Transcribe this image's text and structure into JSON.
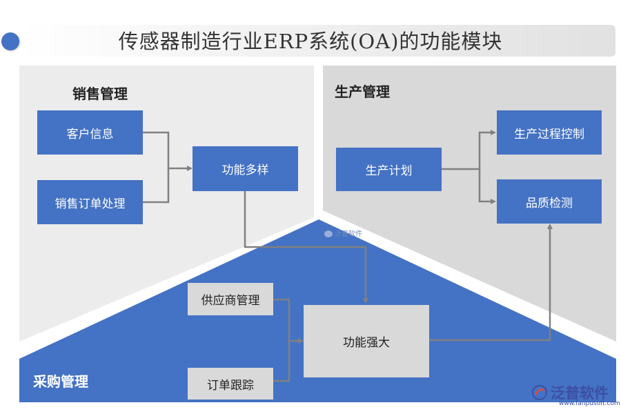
{
  "title": "传感器制造行业ERP系统(OA)的功能模块",
  "sections": {
    "sales": {
      "title": "销售管理",
      "items": [
        "客户信息",
        "销售订单处理"
      ],
      "result": "功能多样"
    },
    "production": {
      "title": "生产管理",
      "source": "生产计划",
      "items": [
        "生产过程控制",
        "品质检测"
      ]
    },
    "purchasing": {
      "title": "采购管理",
      "items": [
        "供应商管理",
        "订单跟踪"
      ],
      "result": "功能强大"
    }
  },
  "watermark": "泛普软件",
  "logo": {
    "name": "泛普软件",
    "url": "www.fanpusoft.com"
  },
  "colors": {
    "accent": "#4472c4",
    "panel_light": "#ececec",
    "panel_mid": "#d9d9d9",
    "arrow": "#808080",
    "logo": "#3c4fa2"
  }
}
